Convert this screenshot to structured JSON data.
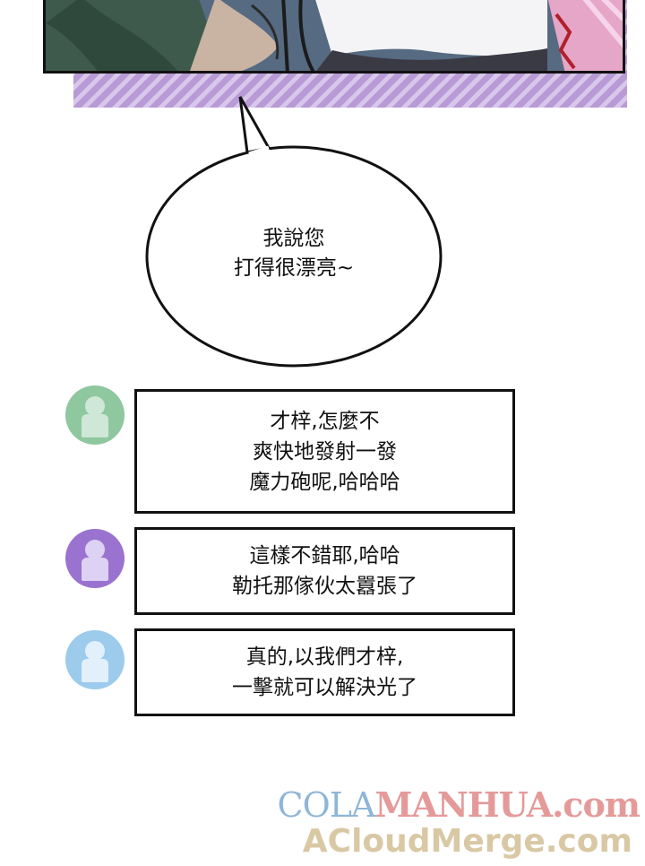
{
  "balloon": {
    "lines": [
      "我說您",
      "打得很漂亮~"
    ]
  },
  "messages": [
    {
      "avatar_color": "#cfe7d6",
      "avatar_bg": "#8fc79f",
      "lines": [
        "才梓,怎麼不",
        "爽快地發射一發",
        "魔力砲呢,哈哈哈"
      ]
    },
    {
      "avatar_color": "#ddd2f3",
      "avatar_bg": "#9a72cf",
      "lines": [
        "這樣不錯耶,哈哈",
        "勒托那傢伙太囂張了"
      ]
    },
    {
      "avatar_color": "#e2f0fb",
      "avatar_bg": "#9ccbec",
      "lines": [
        "真的,以我們才梓,",
        "一擊就可以解決光了"
      ]
    }
  ],
  "watermark": {
    "line1_a": "COLA",
    "line1_b": "MANHUA.com",
    "line2": "ACloudMerge.com"
  }
}
